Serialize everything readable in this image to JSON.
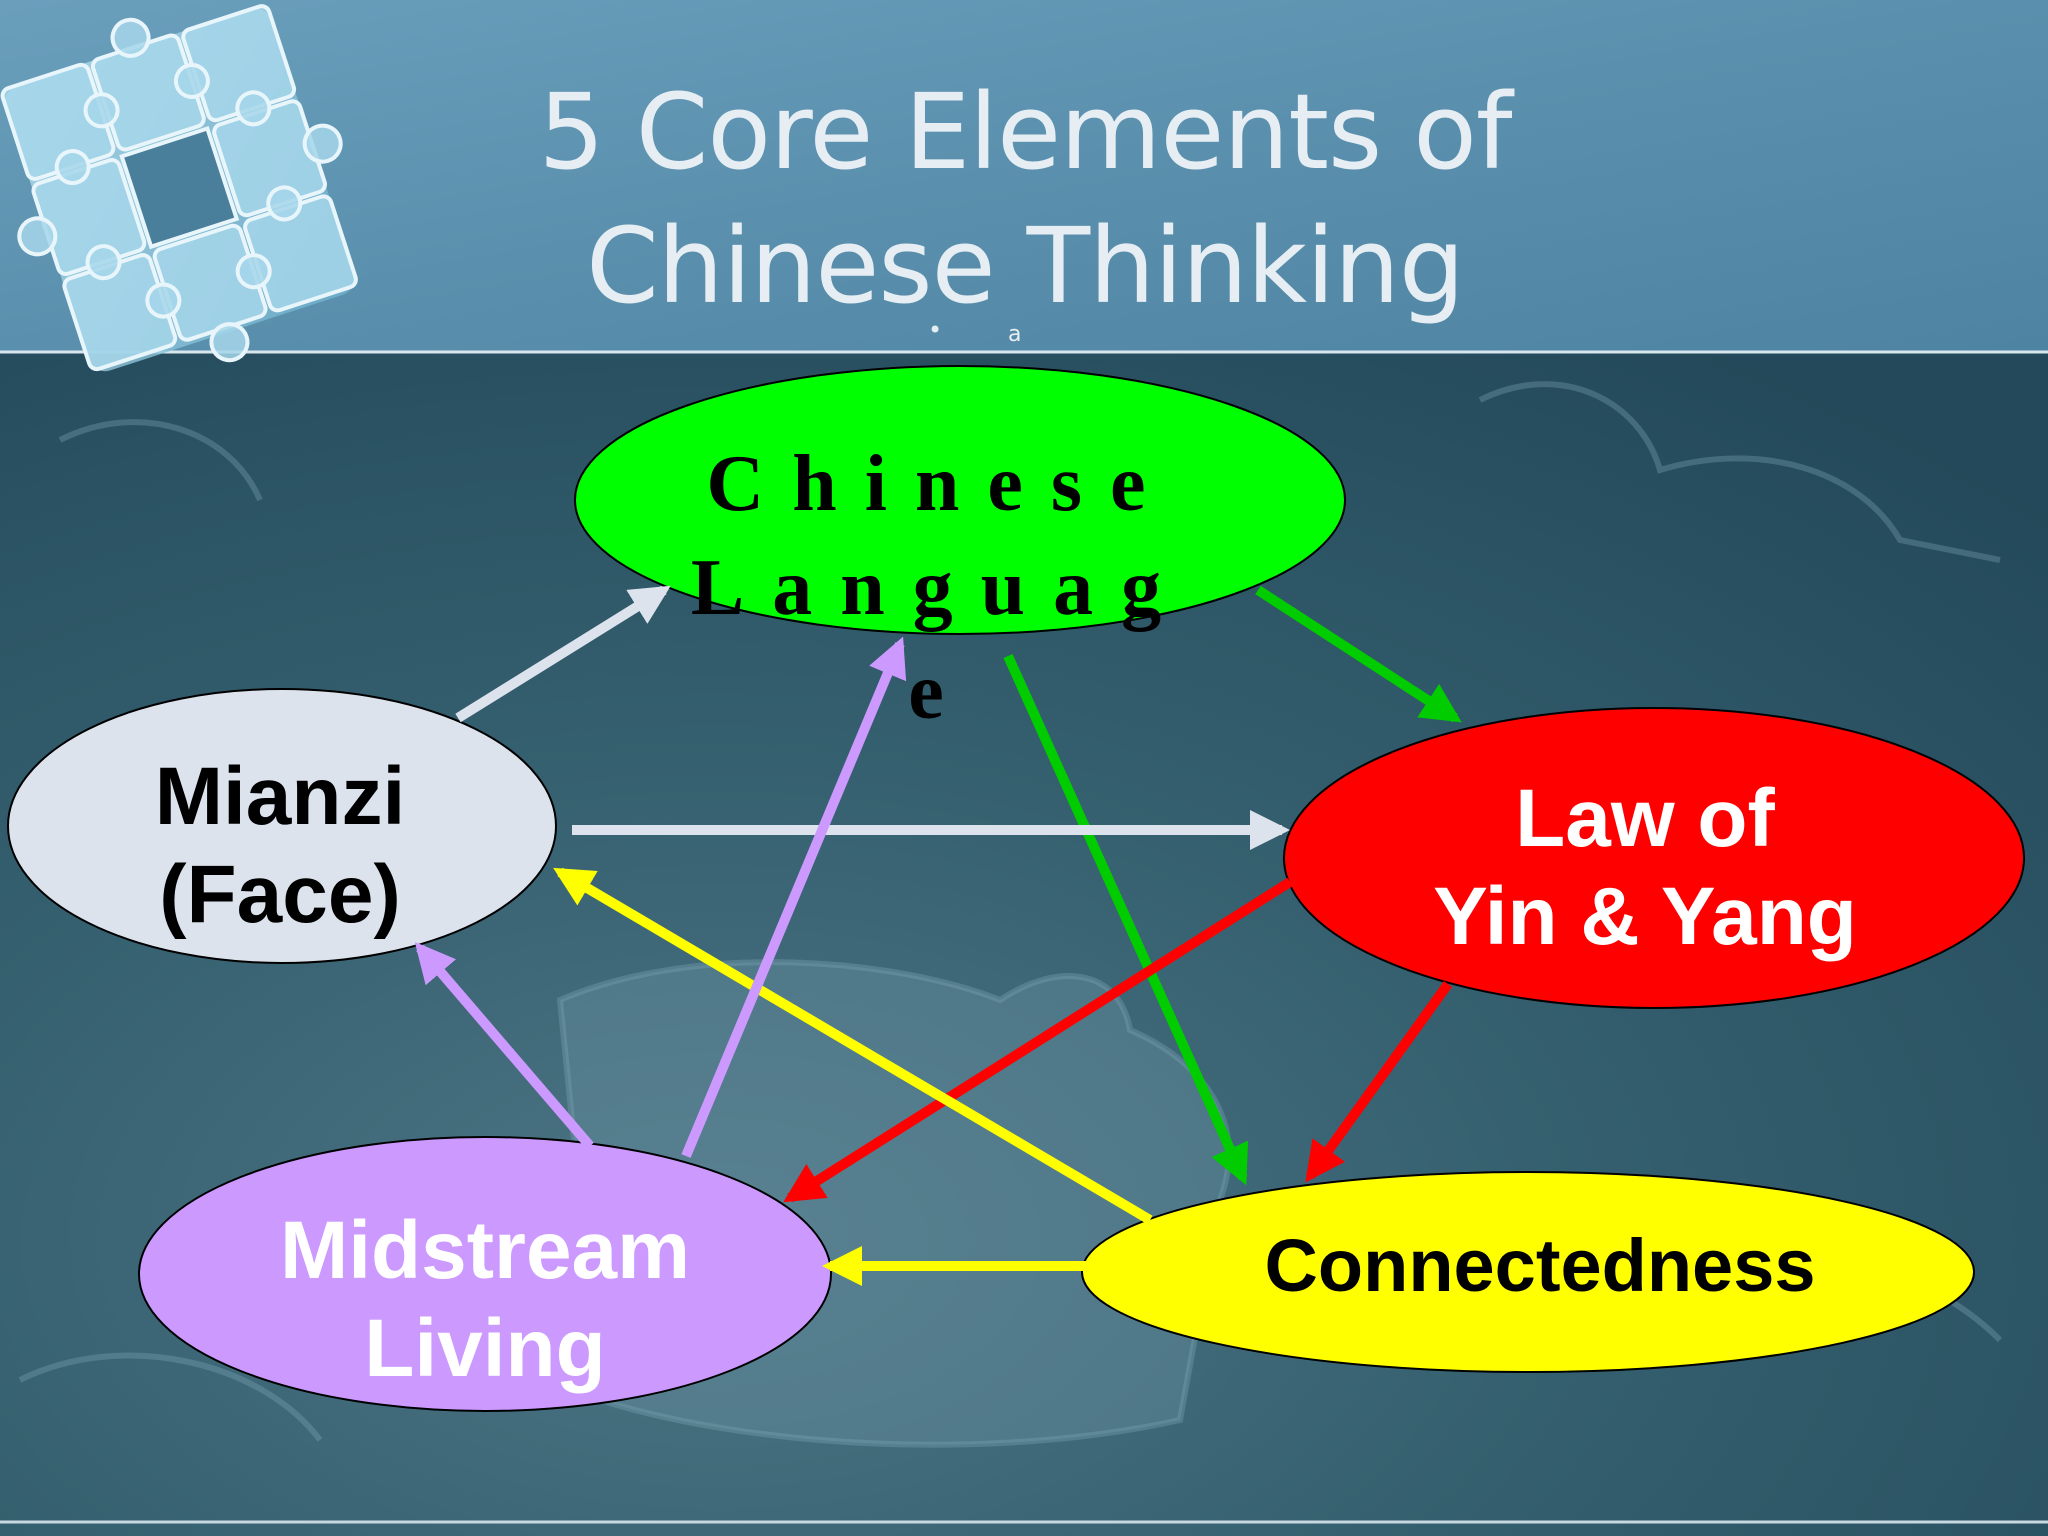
{
  "title": {
    "line1": "5 Core Elements of",
    "line2": "Chinese Thinking",
    "stray_bullet": "•",
    "stray_letter": "a"
  },
  "nodes": {
    "chinese_language": {
      "label": "Chinese Language",
      "color": "#00ff00",
      "text_color": "#000000"
    },
    "mianzi": {
      "line1": "Mianzi",
      "line2": "(Face)",
      "color": "#dce3ed",
      "text_color": "#000000"
    },
    "yin_yang": {
      "line1": "Law of",
      "line2": "Yin & Yang",
      "color": "#ff0000",
      "text_color": "#ffffff"
    },
    "midstream": {
      "line1": "Midstream",
      "line2": "Living",
      "color": "#cc99ff",
      "text_color": "#ffffff"
    },
    "connectedness": {
      "label": "Connectedness",
      "color": "#ffff00",
      "text_color": "#000000"
    }
  },
  "arrows": [
    {
      "from": "Chinese Language",
      "to": "Law of Yin & Yang",
      "color": "#00cc00"
    },
    {
      "from": "Chinese Language",
      "to": "Connectedness",
      "color": "#00cc00"
    },
    {
      "from": "Mianzi (Face)",
      "to": "Chinese Language",
      "color": "#dce3ed"
    },
    {
      "from": "Mianzi (Face)",
      "to": "Law of Yin & Yang",
      "color": "#dce3ed"
    },
    {
      "from": "Law of Yin & Yang",
      "to": "Midstream Living",
      "color": "#ff0000"
    },
    {
      "from": "Law of Yin & Yang",
      "to": "Connectedness",
      "color": "#ff0000"
    },
    {
      "from": "Connectedness",
      "to": "Mianzi (Face)",
      "color": "#ffff00"
    },
    {
      "from": "Connectedness",
      "to": "Midstream Living",
      "color": "#ffff00"
    },
    {
      "from": "Midstream Living",
      "to": "Mianzi (Face)",
      "color": "#cc99ff"
    },
    {
      "from": "Midstream Living",
      "to": "Chinese Language",
      "color": "#cc99ff"
    }
  ],
  "colors": {
    "header_bg": "#5a90ad",
    "body_bg": "#2f5566",
    "title_text": "#e6eef4"
  }
}
